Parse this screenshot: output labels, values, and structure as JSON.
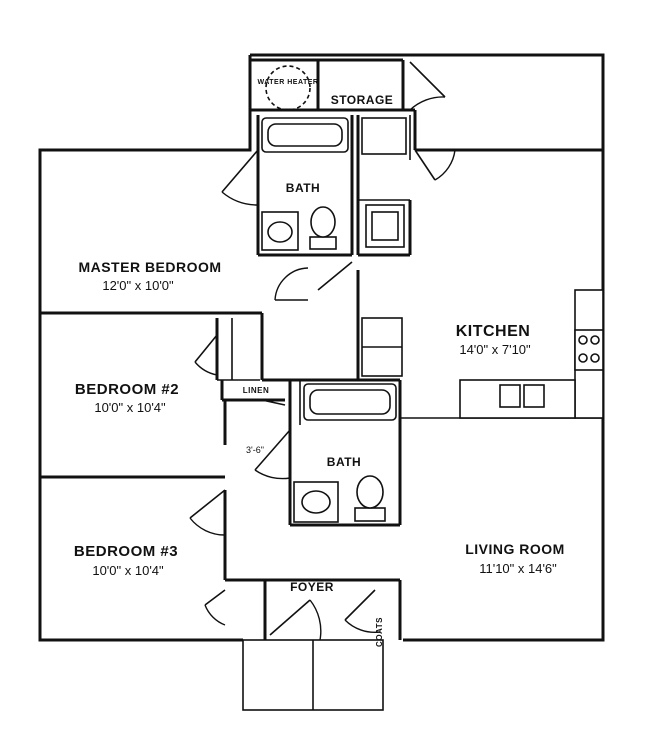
{
  "rooms": {
    "water_heater": "WATER HEATER",
    "storage": "STORAGE",
    "bath_top": "BATH",
    "master_bedroom": {
      "name": "MASTER BEDROOM",
      "size": "12'0\" x 10'0\""
    },
    "kitchen": {
      "name": "KITCHEN",
      "size": "14'0\" x 7'10\""
    },
    "bedroom2": {
      "name": "BEDROOM #2",
      "size": "10'0\" x 10'4\""
    },
    "linen": "LINEN",
    "bath_mid": "BATH",
    "hall_dim": "3'-6\"",
    "bedroom3": {
      "name": "BEDROOM #3",
      "size": "10'0\" x 10'4\""
    },
    "living_room": {
      "name": "LIVING ROOM",
      "size": "11'10\" x 14'6\""
    },
    "foyer": "FOYER",
    "coats": "COATS"
  }
}
